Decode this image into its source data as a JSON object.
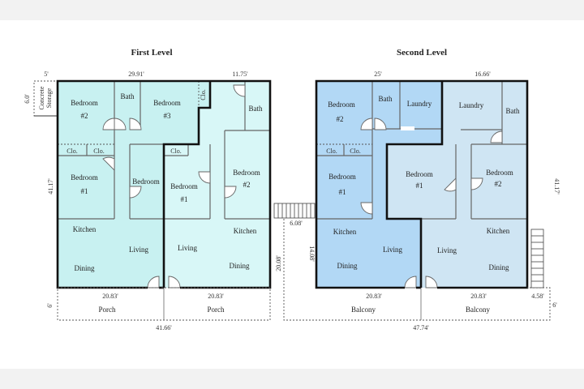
{
  "first_level": {
    "title": "First Level",
    "dims": {
      "storage_w": "5'",
      "top_left": "29.91'",
      "top_right": "11.75'",
      "storage_h": "6.0'",
      "height": "41.17'",
      "porch_left": "20.83'",
      "porch_right": "20.83'",
      "porch_depth": "6'",
      "total": "41.66'"
    },
    "storage": [
      "Concrete",
      "Storage"
    ],
    "left_unit": {
      "bedroom2": [
        "Bedroom",
        "#2"
      ],
      "bath": "Bath",
      "bedroom3": [
        "Bedroom",
        "#3"
      ],
      "clo1": "Clo.",
      "clo2": "Clo.",
      "clo3": "Clo.",
      "bedroom1": [
        "Bedroom",
        "#1"
      ],
      "bedroom": "Bedroom",
      "kitchen": "Kitchen",
      "living": "Living",
      "dining": "Dining",
      "porch": "Porch"
    },
    "right_unit": {
      "bath": "Bath",
      "clo": "Clo.",
      "bedroom1": [
        "Bedroom",
        "#1"
      ],
      "bedroom2": [
        "Bedroom",
        "#2"
      ],
      "living": "Living",
      "kitchen": "Kitchen",
      "dining": "Dining",
      "porch": "Porch"
    }
  },
  "second_level": {
    "title": "Second Level",
    "dims": {
      "top_left": "25'",
      "top_right": "16.66'",
      "height": "41.17'",
      "stair_w": "6.08'",
      "stair_run": "20.08'",
      "left_h": "14.08'",
      "balcony_left": "20.83'",
      "balcony_right": "20.83'",
      "stair_right": "4.58'",
      "balcony_depth": "6'",
      "total": "47.74'"
    },
    "left_unit": {
      "bedroom2": [
        "Bedroom",
        "#2"
      ],
      "bath": "Bath",
      "laundry": "Laundry",
      "clo1": "Clo.",
      "clo2": "Clo.",
      "bedroom1": [
        "Bedroom",
        "#1"
      ],
      "kitchen": "Kitchen",
      "living": "Living",
      "dining": "Dining",
      "balcony": "Balcony"
    },
    "right_unit": {
      "laundry": "Laundry",
      "bath": "Bath",
      "bedroom1": [
        "Bedroom",
        "#1"
      ],
      "bedroom2": [
        "Bedroom",
        "#2"
      ],
      "living": "Living",
      "kitchen": "Kitchen",
      "dining": "Dining",
      "balcony": "Balcony"
    }
  },
  "colors": {
    "first_left": "#c8f1f1",
    "first_right": "#d8f7f7",
    "second_left": "#b2d8f5",
    "second_right": "#cfe5f3"
  }
}
